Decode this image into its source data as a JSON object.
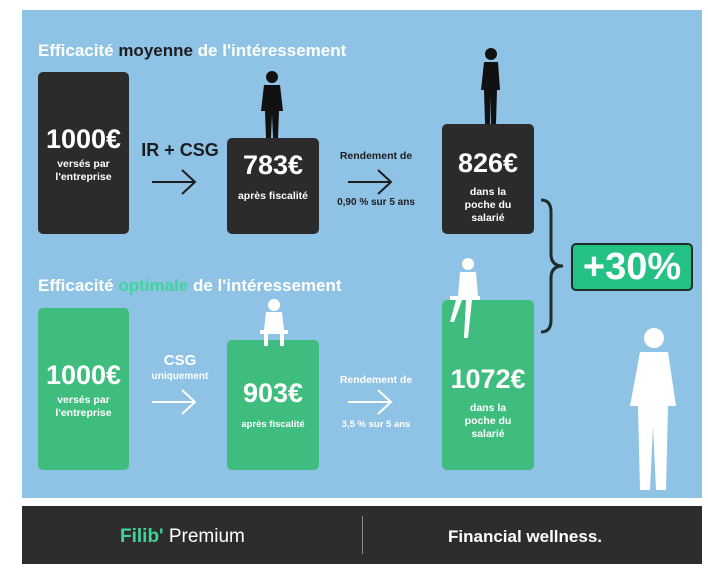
{
  "top": {
    "title_pre": "Efficacité ",
    "title_hl": "moyenne",
    "title_post": " de l'intéressement",
    "box1": {
      "amount": "1000€",
      "caption": "versés par l'entreprise"
    },
    "arrow1": {
      "label": "IR + CSG"
    },
    "box2": {
      "amount": "783€",
      "caption": "après fiscalité"
    },
    "arrow2": {
      "label_top": "Rendement de",
      "label_bottom": "0,90 % sur 5 ans"
    },
    "box3": {
      "amount": "826€",
      "caption": "dans la poche du salarié"
    }
  },
  "bottom": {
    "title_pre": "Efficacité ",
    "title_hl": "optimale",
    "title_post": " de l'intéressement",
    "box1": {
      "amount": "1000€",
      "caption": "versés par l'entreprise"
    },
    "arrow1": {
      "label_top": "CSG",
      "label_bottom": "uniquement"
    },
    "box2": {
      "amount": "903€",
      "caption": "après fiscalité"
    },
    "arrow2": {
      "label_top": "Rendement de",
      "label_bottom": "3,5 % sur 5 ans"
    },
    "box3": {
      "amount": "1072€",
      "caption": "dans la poche du salarié"
    }
  },
  "gain_badge": "+30%",
  "footer": {
    "brand_name": "Filib'",
    "brand_product": " Premium",
    "tagline": "Financial wellness."
  },
  "colors": {
    "panel_bg": "#8fc3e6",
    "dark_box": "#2b2b2b",
    "green_box": "#3fbd7e",
    "accent_green": "#3fd49a",
    "footer_bg": "#2d2d2d"
  },
  "icons": [
    "person-standing-icon",
    "person-sitting-icon",
    "brace-icon",
    "arrow-right-icon"
  ]
}
